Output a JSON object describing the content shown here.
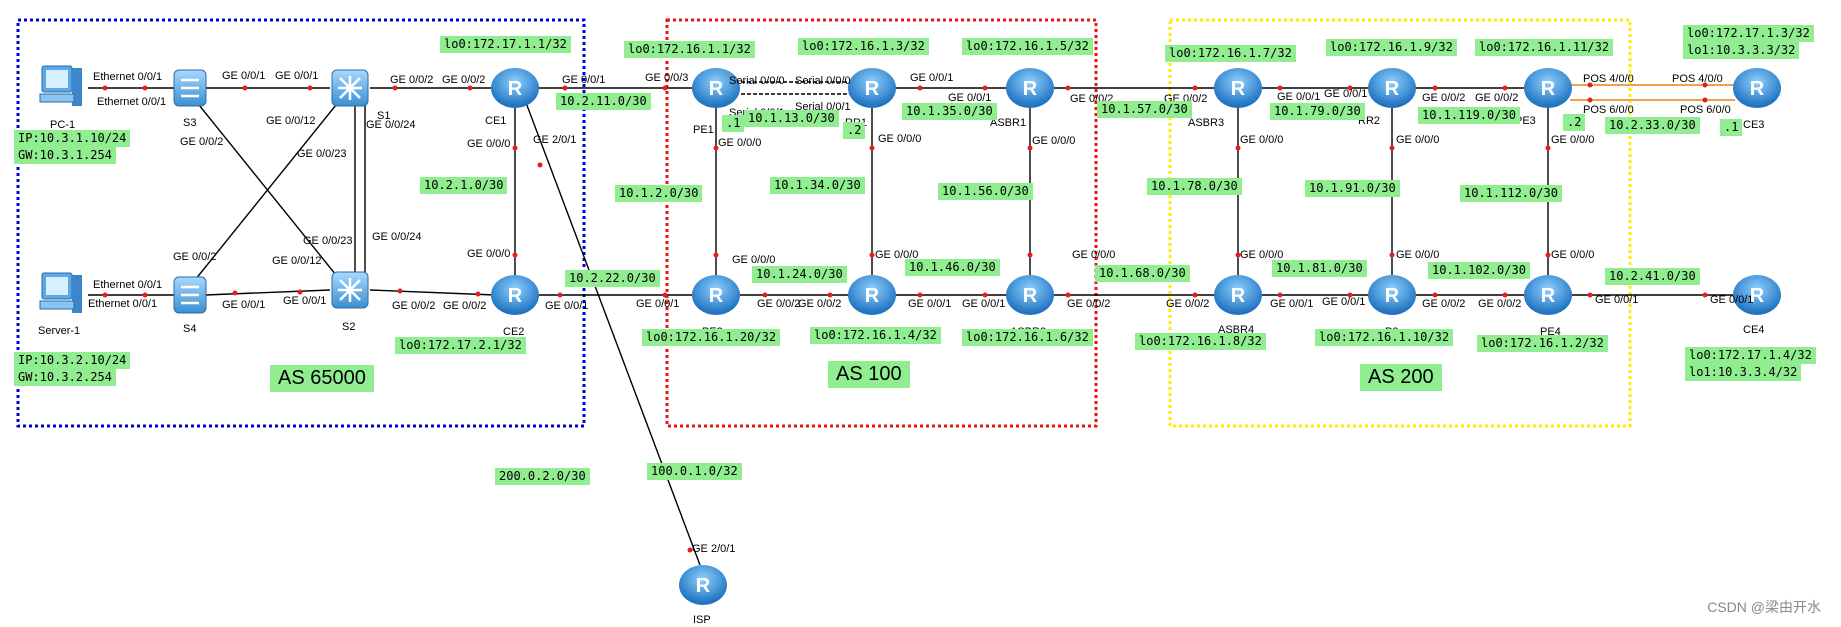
{
  "colors": {
    "as65000_border": "#0000dd",
    "as100_border": "#ee1111",
    "as200_border": "#ffee00",
    "label_bg": "#90ee90",
    "router_blue": "#2f8fd8",
    "link": "#000000",
    "pos_link": "#f0a050"
  },
  "as_labels": {
    "as65000": "AS 65000",
    "as100": "AS 100",
    "as200": "AS 200"
  },
  "nodes": {
    "pc1": "PC-1",
    "server1": "Server-1",
    "s1": "S1",
    "s2": "S2",
    "s3": "S3",
    "s4": "S4",
    "ce1": "CE1",
    "ce2": "CE2",
    "pe1": "PE1",
    "pe2": "PE2",
    "rr1": "RR1",
    "p1": "P1",
    "asbr1": "ASBR1",
    "asbr2": "ASBR2",
    "asbr3": "ASBR3",
    "asbr4": "ASBR4",
    "rr2": "RR2",
    "p2": "P2",
    "pe3": "PE3",
    "pe4": "PE4",
    "ce3": "CE3",
    "ce4": "CE4",
    "isp": "ISP"
  },
  "ports": {
    "pc1_eth": "Ethernet 0/0/1",
    "s3_eth": "Ethernet 0/0/1",
    "srv_eth": "Ethernet 0/0/1",
    "s4_eth": "Ethernet 0/0/1",
    "s3_s1_a": "GE 0/0/1",
    "s3_s1_b": "GE 0/0/1",
    "s3_s2": "GE 0/0/2",
    "s1_s4": "GE 0/0/12",
    "s1_s2_a": "GE 0/0/23",
    "s1_s2_b": "GE 0/0/24",
    "s2_s1_a": "GE 0/0/23",
    "s2_s1_b": "GE 0/0/24",
    "s2_s3": "GE 0/0/12",
    "s4_s1": "GE 0/0/2",
    "s4_s2_a": "GE 0/0/1",
    "s4_s2_b": "GE 0/0/1",
    "s1_ce1": "GE 0/0/2",
    "ce1_s1": "GE 0/0/2",
    "s2_ce2": "GE 0/0/2",
    "ce2_s2": "GE 0/0/2",
    "ce1_ce2_top": "GE 0/0/0",
    "ce1_ce2_bot": "GE 0/0/0",
    "ce1_isp": "GE 2/0/1",
    "isp_port": "GE 2/0/1",
    "ce1_pe1": "GE 0/0/1",
    "pe1_ce1": "GE 0/0/3",
    "ce2_pe2": "GE 0/0/1",
    "pe2_ce2": "GE 0/0/1",
    "pe1_rr1_s0": "Serial 0/0/0",
    "rr1_pe1_s0": "Serial 0/0/0",
    "pe1_rr1_s1": "Serial 0/0/1",
    "rr1_pe1_s1": "Serial 0/0/1",
    "pe1_pe2": "GE 0/0/0",
    "pe2_pe1": "GE 0/0/0",
    "rr1_asbr1": "GE 0/0/1",
    "asbr1_rr1": "GE 0/0/1",
    "rr1_p1": "GE 0/0/0",
    "p1_rr1": "GE 0/0/0",
    "pe2_p1": "GE 0/0/2",
    "p1_pe2": "GE 0/0/2",
    "p1_asbr2": "GE 0/0/1",
    "asbr2_p1": "GE 0/0/1",
    "asbr1_asbr2": "GE 0/0/0",
    "asbr2_asbr1": "GE 0/0/0",
    "asbr1_asbr3": "GE 0/0/2",
    "asbr3_asbr1": "GE 0/0/2",
    "asbr2_asbr4": "GE 0/0/2",
    "asbr4_asbr2": "GE 0/0/2",
    "asbr3_rr2": "GE 0/0/1",
    "rr2_asbr3": "GE 0/0/1",
    "asbr3_asbr4": "GE 0/0/0",
    "asbr4_asbr3": "GE 0/0/0",
    "asbr4_p2": "GE 0/0/1",
    "p2_asbr4": "GE 0/0/1",
    "rr2_pe3": "GE 0/0/2",
    "pe3_rr2": "GE 0/0/2",
    "rr2_p2": "GE 0/0/0",
    "p2_rr2": "GE 0/0/0",
    "p2_pe4": "GE 0/0/2",
    "pe4_p2": "GE 0/0/2",
    "pe3_pe4": "GE 0/0/0",
    "pe4_pe3": "GE 0/0/0",
    "pe3_ce3_a": "POS 4/0/0",
    "ce3_pe3_a": "POS 4/0/0",
    "pe3_ce3_b": "POS 6/0/0",
    "ce3_pe3_b": "POS 6/0/0",
    "pe4_ce4": "GE 0/0/1",
    "ce4_pe4": "GE 0/0/1"
  },
  "tags": {
    "ce1_lo": "lo0:172.17.1.1/32",
    "ce2_lo": "lo0:172.17.2.1/32",
    "pe1_lo": "lo0:172.16.1.1/32",
    "rr1_lo": "lo0:172.16.1.3/32",
    "asbr1_lo": "lo0:172.16.1.5/32",
    "asbr3_lo": "lo0:172.16.1.7/32",
    "rr2_lo": "lo0:172.16.1.9/32",
    "pe3_lo": "lo0:172.16.1.11/32",
    "ce3_lo0": "lo0:172.17.1.3/32",
    "ce3_lo1": "lo1:10.3.3.3/32",
    "pe2_lo": "lo0:172.16.1.20/32",
    "p1_lo": "lo0:172.16.1.4/32",
    "asbr2_lo": "lo0:172.16.1.6/32",
    "asbr4_lo": "lo0:172.16.1.8/32",
    "p2_lo": "lo0:172.16.1.10/32",
    "pe4_lo": "lo0:172.16.1.2/32",
    "ce4_lo0": "lo0:172.17.1.4/32",
    "ce4_lo1": "lo1:10.3.3.4/32",
    "pc_ip": "IP:10.3.1.10/24",
    "pc_gw": "GW:10.3.1.254",
    "srv_ip": "IP:10.3.2.10/24",
    "srv_gw": "GW:10.3.2.254",
    "net_ce1_pe1": "10.2.11.0/30",
    "net_ce1_ce2": "10.2.1.0/30",
    "net_ce2_pe2": "10.2.22.0/30",
    "net_pe1_rr1": "10.1.13.0/30",
    "pe1_dot": ".1",
    "rr1_dot": ".2",
    "net_pe1_pe2": "10.1.2.0/30",
    "net_rr1_asbr1": "10.1.35.0/30",
    "net_rr1_p1": "10.1.34.0/30",
    "net_asbr1_asbr2": "10.1.56.0/30",
    "net_pe2_p1": "10.1.24.0/30",
    "net_p1_asbr2": "10.1.46.0/30",
    "net_asbr1_asbr3": "10.1.57.0/30",
    "net_asbr2_asbr4": "10.1.68.0/30",
    "net_asbr3_rr2": "10.1.79.0/30",
    "net_asbr3_asbr4": "10.1.78.0/30",
    "net_rr2_pe3": "10.1.119.0/30",
    "net_rr2_p2": "10.1.91.0/30",
    "net_asbr4_p2": "10.1.81.0/30",
    "net_p2_pe4": "10.1.102.0/30",
    "net_pe3_pe4": "10.1.112.0/30",
    "pe3_dot": ".2",
    "net_pe3_ce3": "10.2.33.0/30",
    "ce3_dot": ".1",
    "net_pe4_ce4": "10.2.41.0/30",
    "net_ce1_isp": "200.0.2.0/30",
    "isp_lo": "100.0.1.0/32"
  },
  "watermark": "CSDN @梁由开水"
}
